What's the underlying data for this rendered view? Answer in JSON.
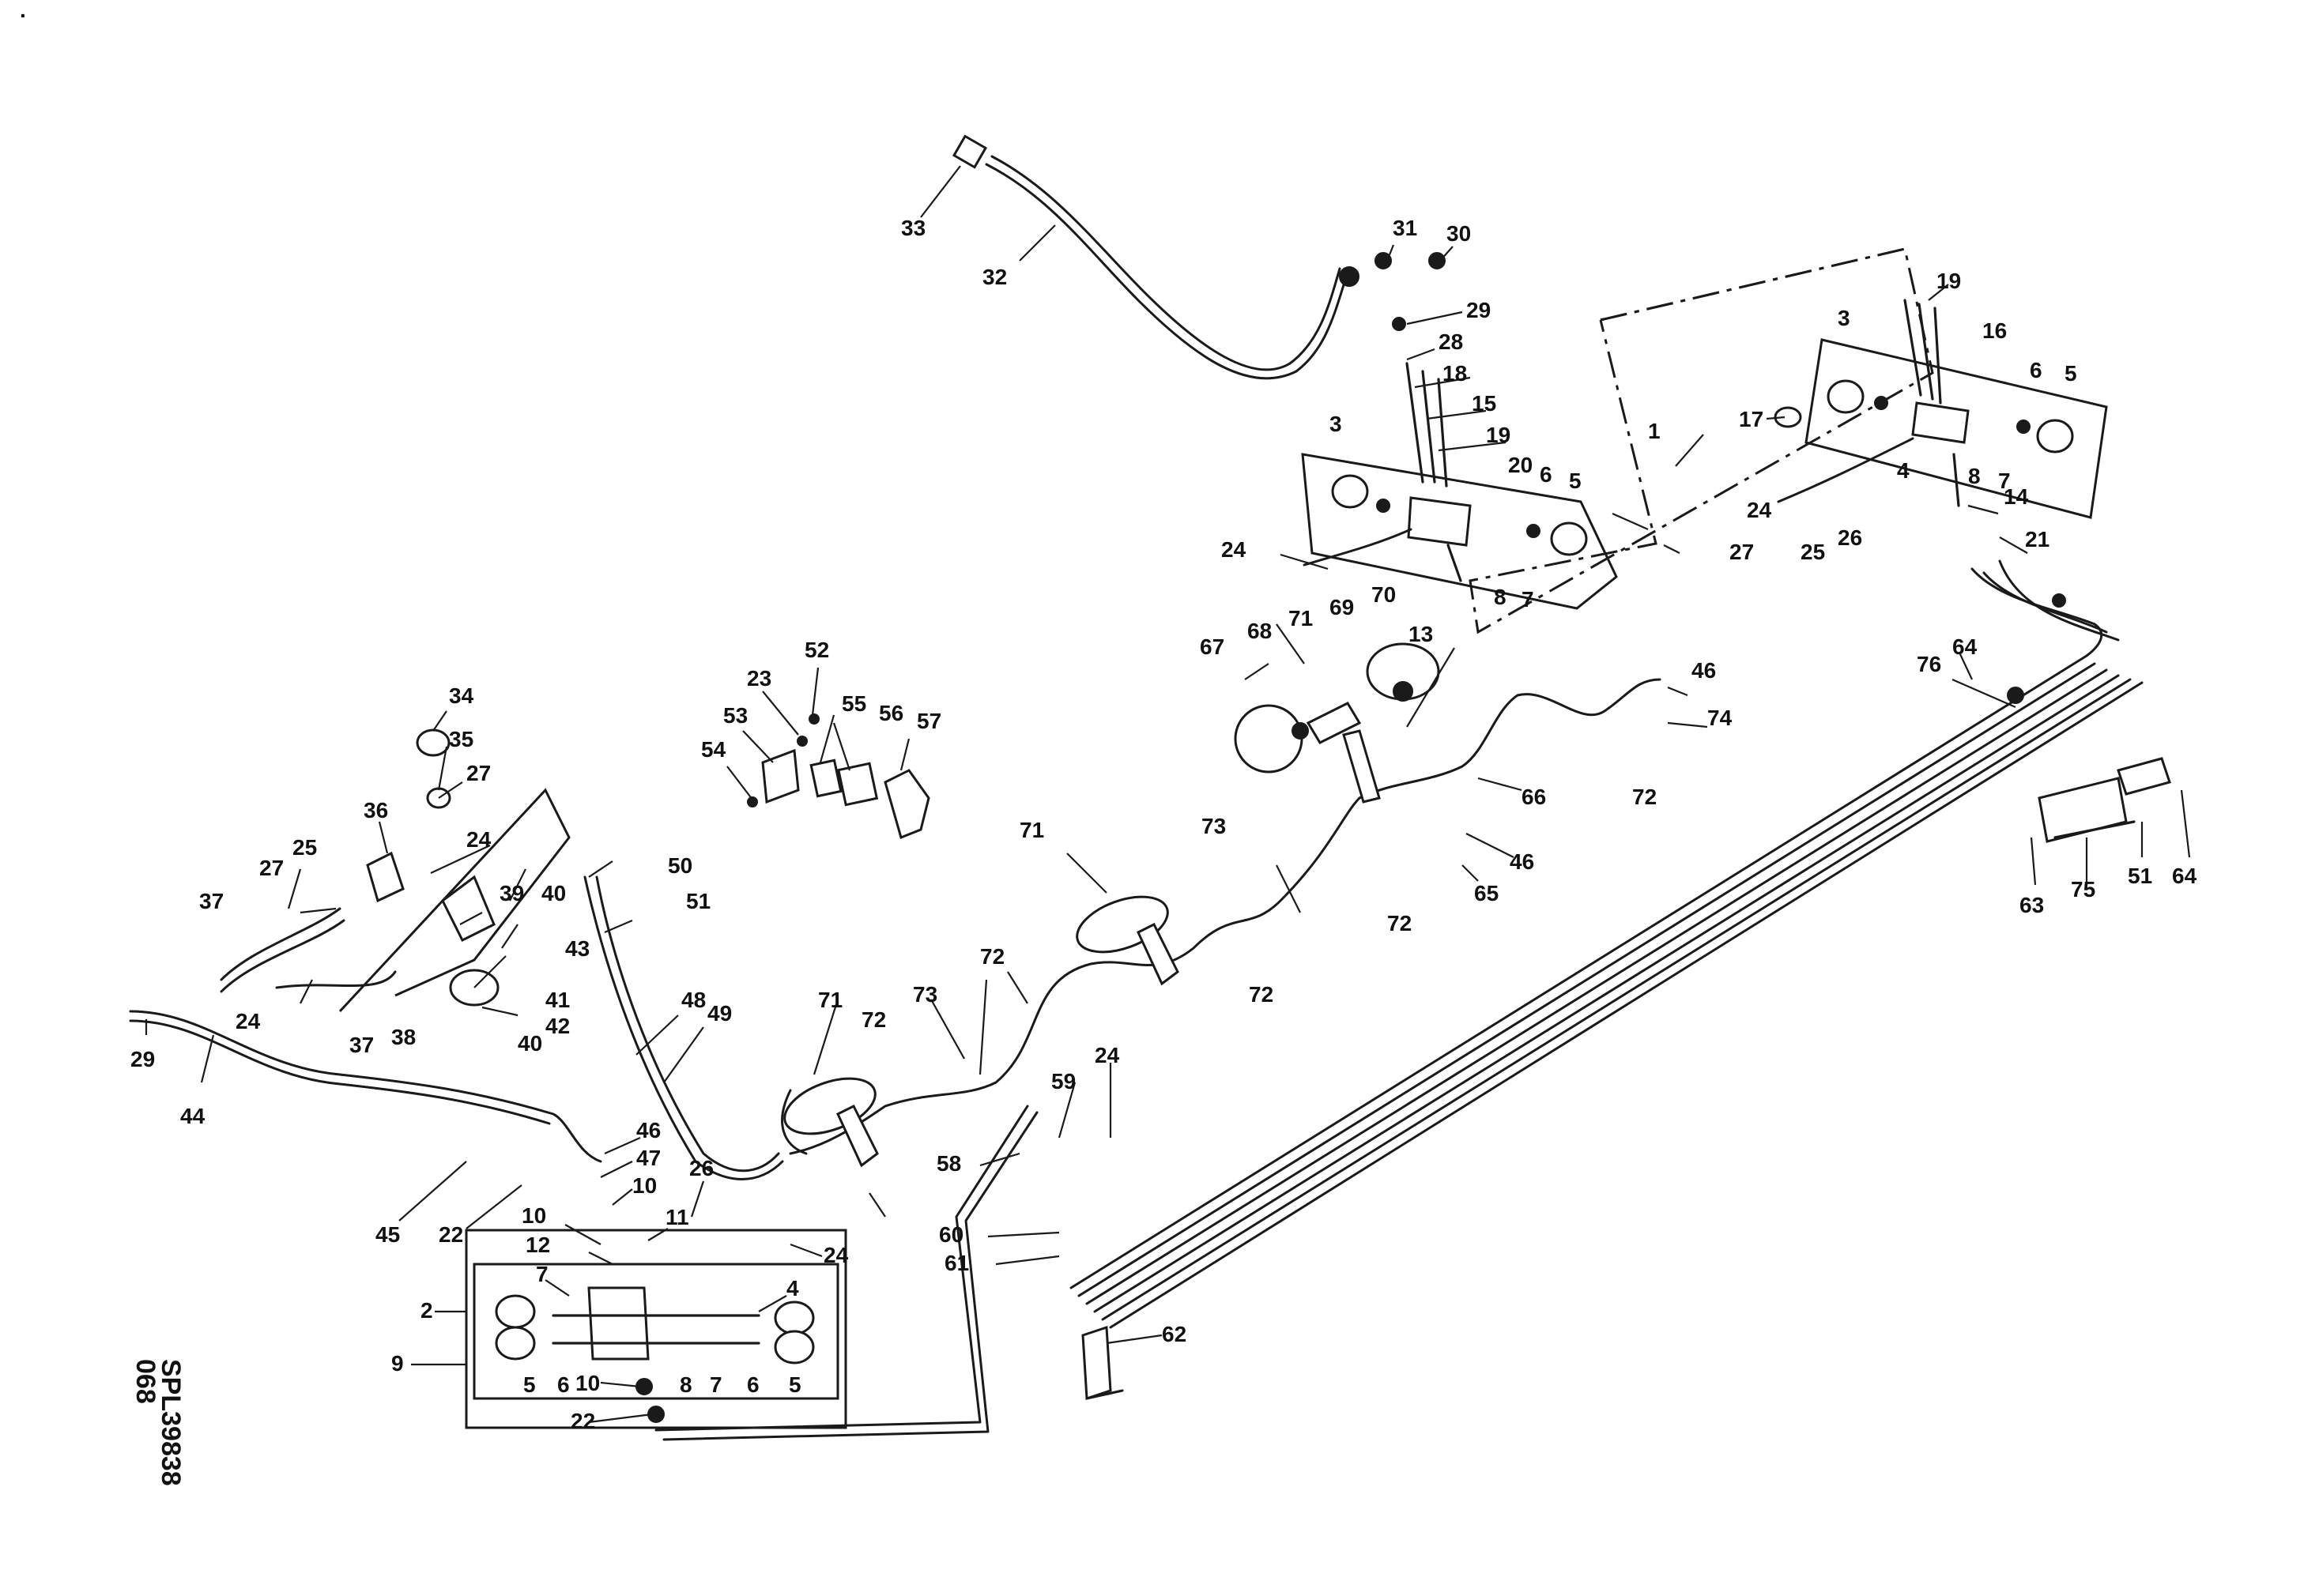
{
  "drawing": {
    "reference_code": "SPL39838",
    "reference_suffix": "068",
    "corner_mark": "."
  },
  "callouts": [
    {
      "id": "l33",
      "text": "33"
    },
    {
      "id": "l32",
      "text": "32"
    },
    {
      "id": "l31",
      "text": "31"
    },
    {
      "id": "l30",
      "text": "30"
    },
    {
      "id": "l29a",
      "text": "29"
    },
    {
      "id": "l28",
      "text": "28"
    },
    {
      "id": "l18",
      "text": "18"
    },
    {
      "id": "l15",
      "text": "15"
    },
    {
      "id": "l19a",
      "text": "19"
    },
    {
      "id": "l20",
      "text": "20"
    },
    {
      "id": "l3a",
      "text": "3"
    },
    {
      "id": "l6a",
      "text": "6"
    },
    {
      "id": "l5a",
      "text": "5"
    },
    {
      "id": "l24a",
      "text": "24"
    },
    {
      "id": "l13",
      "text": "13"
    },
    {
      "id": "l8a",
      "text": "8"
    },
    {
      "id": "l7a",
      "text": "7"
    },
    {
      "id": "l1",
      "text": "1"
    },
    {
      "id": "l19b",
      "text": "19"
    },
    {
      "id": "l3b",
      "text": "3"
    },
    {
      "id": "l16",
      "text": "16"
    },
    {
      "id": "l6b",
      "text": "6"
    },
    {
      "id": "l5b",
      "text": "5"
    },
    {
      "id": "l17",
      "text": "17"
    },
    {
      "id": "l4a",
      "text": "4"
    },
    {
      "id": "l8b",
      "text": "8"
    },
    {
      "id": "l7b",
      "text": "7"
    },
    {
      "id": "l24b",
      "text": "24"
    },
    {
      "id": "l14",
      "text": "14"
    },
    {
      "id": "l26a",
      "text": "26"
    },
    {
      "id": "l25a",
      "text": "25"
    },
    {
      "id": "l27a",
      "text": "27"
    },
    {
      "id": "l21",
      "text": "21"
    },
    {
      "id": "l67",
      "text": "67"
    },
    {
      "id": "l68",
      "text": "68"
    },
    {
      "id": "l71a",
      "text": "71"
    },
    {
      "id": "l69",
      "text": "69"
    },
    {
      "id": "l70",
      "text": "70"
    },
    {
      "id": "l46a",
      "text": "46"
    },
    {
      "id": "l74",
      "text": "74"
    },
    {
      "id": "l64a",
      "text": "64"
    },
    {
      "id": "l76",
      "text": "76"
    },
    {
      "id": "l66",
      "text": "66"
    },
    {
      "id": "l72a",
      "text": "72"
    },
    {
      "id": "l46b",
      "text": "46"
    },
    {
      "id": "l65",
      "text": "65"
    },
    {
      "id": "l72b",
      "text": "72"
    },
    {
      "id": "l73a",
      "text": "73"
    },
    {
      "id": "l71b",
      "text": "71"
    },
    {
      "id": "l72c",
      "text": "72"
    },
    {
      "id": "l52",
      "text": "52"
    },
    {
      "id": "l23",
      "text": "23"
    },
    {
      "id": "l53",
      "text": "53"
    },
    {
      "id": "l55",
      "text": "55"
    },
    {
      "id": "l56",
      "text": "56"
    },
    {
      "id": "l57",
      "text": "57"
    },
    {
      "id": "l54",
      "text": "54"
    },
    {
      "id": "l34",
      "text": "34"
    },
    {
      "id": "l35",
      "text": "35"
    },
    {
      "id": "l27b",
      "text": "27"
    },
    {
      "id": "l36",
      "text": "36"
    },
    {
      "id": "l24c",
      "text": "24"
    },
    {
      "id": "l25b",
      "text": "25"
    },
    {
      "id": "l27c",
      "text": "27"
    },
    {
      "id": "l37a",
      "text": "37"
    },
    {
      "id": "l50",
      "text": "50"
    },
    {
      "id": "l51a",
      "text": "51"
    },
    {
      "id": "l39",
      "text": "39"
    },
    {
      "id": "l40a",
      "text": "40"
    },
    {
      "id": "l43",
      "text": "43"
    },
    {
      "id": "l24d",
      "text": "24"
    },
    {
      "id": "l41",
      "text": "41"
    },
    {
      "id": "l42",
      "text": "42"
    },
    {
      "id": "l37b",
      "text": "37"
    },
    {
      "id": "l38",
      "text": "38"
    },
    {
      "id": "l40b",
      "text": "40"
    },
    {
      "id": "l48",
      "text": "48"
    },
    {
      "id": "l49",
      "text": "49"
    },
    {
      "id": "l72d",
      "text": "72"
    },
    {
      "id": "l73b",
      "text": "73"
    },
    {
      "id": "l71c",
      "text": "71"
    },
    {
      "id": "l72e",
      "text": "72"
    },
    {
      "id": "l29b",
      "text": "29"
    },
    {
      "id": "l44",
      "text": "44"
    },
    {
      "id": "l46c",
      "text": "46"
    },
    {
      "id": "l47",
      "text": "47"
    },
    {
      "id": "l10a",
      "text": "10"
    },
    {
      "id": "l26b",
      "text": "26"
    },
    {
      "id": "l45",
      "text": "45"
    },
    {
      "id": "l22a",
      "text": "22"
    },
    {
      "id": "l10b",
      "text": "10"
    },
    {
      "id": "l11",
      "text": "11"
    },
    {
      "id": "l12",
      "text": "12"
    },
    {
      "id": "l24e",
      "text": "24"
    },
    {
      "id": "l7c",
      "text": "7"
    },
    {
      "id": "l4b",
      "text": "4"
    },
    {
      "id": "l2",
      "text": "2"
    },
    {
      "id": "l9",
      "text": "9"
    },
    {
      "id": "l5c",
      "text": "5"
    },
    {
      "id": "l6c",
      "text": "6"
    },
    {
      "id": "l10c",
      "text": "10"
    },
    {
      "id": "l8c",
      "text": "8"
    },
    {
      "id": "l7d",
      "text": "7"
    },
    {
      "id": "l6d",
      "text": "6"
    },
    {
      "id": "l5d",
      "text": "5"
    },
    {
      "id": "l22b",
      "text": "22"
    },
    {
      "id": "l24f",
      "text": "24"
    },
    {
      "id": "l59",
      "text": "59"
    },
    {
      "id": "l58",
      "text": "58"
    },
    {
      "id": "l60",
      "text": "60"
    },
    {
      "id": "l61",
      "text": "61"
    },
    {
      "id": "l62",
      "text": "62"
    },
    {
      "id": "l63",
      "text": "63"
    },
    {
      "id": "l75",
      "text": "75"
    },
    {
      "id": "l51b",
      "text": "51"
    },
    {
      "id": "l64b",
      "text": "64"
    }
  ]
}
